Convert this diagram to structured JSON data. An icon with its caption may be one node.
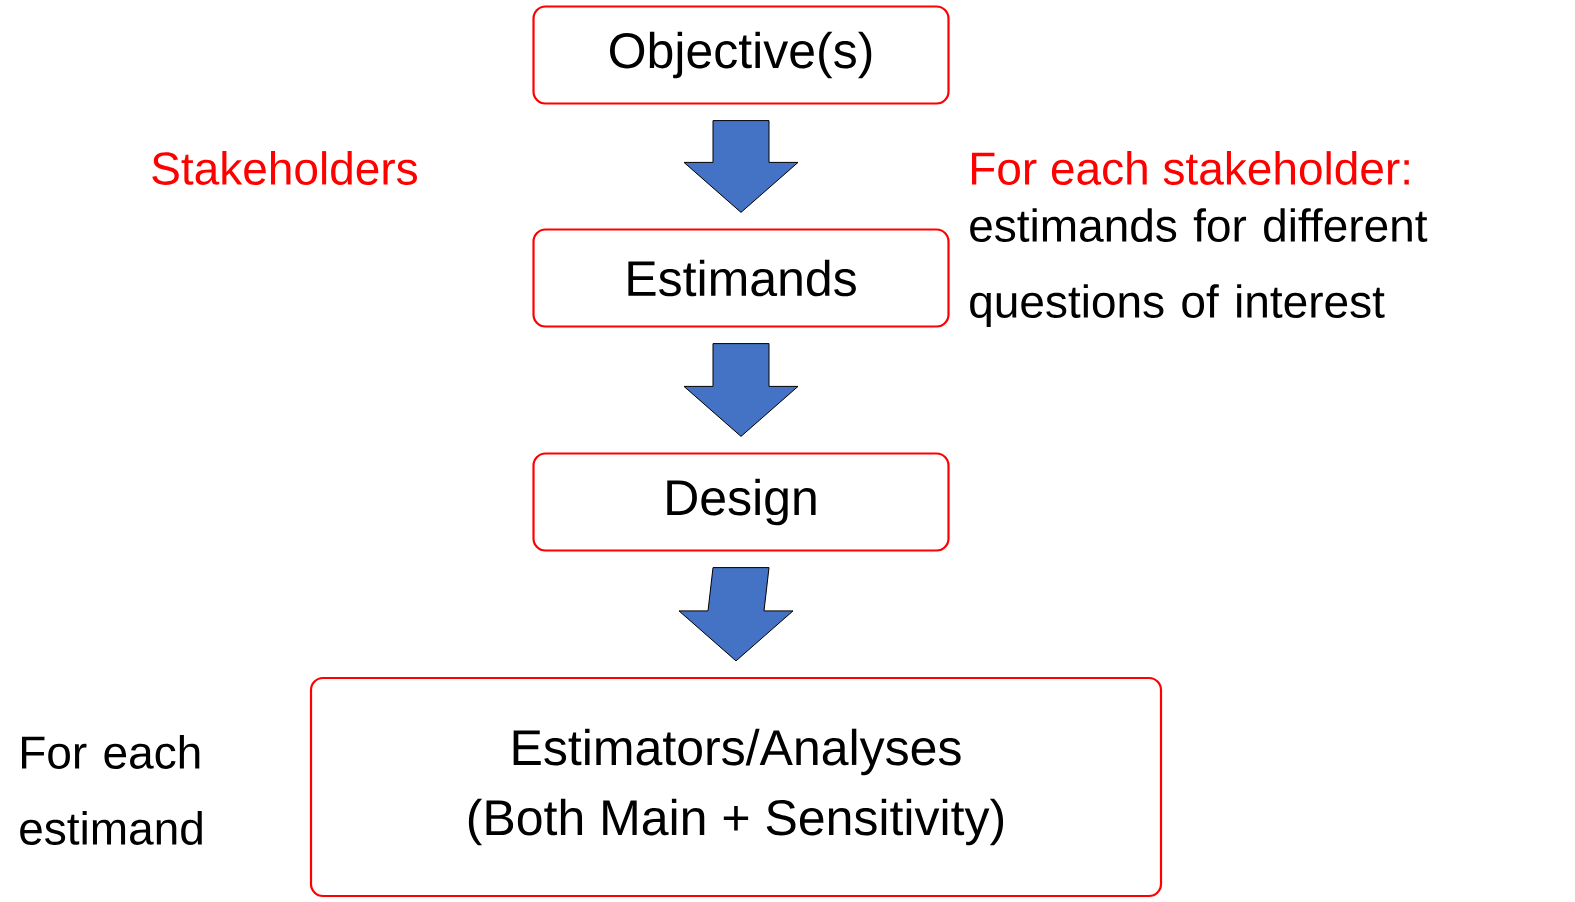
{
  "diagram": {
    "nodes": [
      {
        "text": [
          "Objective(s)"
        ]
      },
      {
        "text": [
          "Estimands"
        ]
      },
      {
        "text": [
          "Design"
        ]
      },
      {
        "text": [
          "Estimators/Analyses",
          "(Both Main + Sensitivity)"
        ]
      }
    ],
    "edges": [
      {
        "from": 0,
        "to": 1,
        "arrow": "to"
      },
      {
        "from": 1,
        "to": 2,
        "arrow": "to"
      },
      {
        "from": 2,
        "to": 3,
        "arrow": "to"
      }
    ],
    "labels": [
      "Stakeholders",
      "For each stakeholder:",
      "estimands for different questions of interest",
      "For each estimand"
    ]
  }
}
